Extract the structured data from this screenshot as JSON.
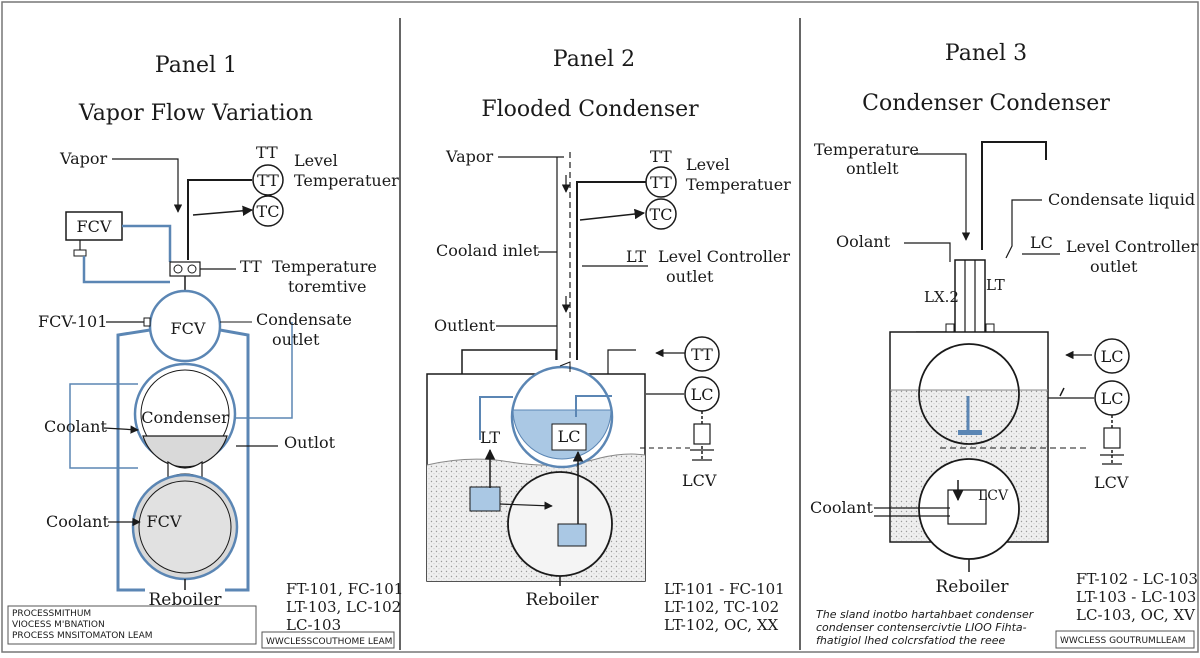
{
  "colors": {
    "line": "#1a1a1a",
    "pipe_blue": "#5b86b4",
    "liquid_blue": "#aac8e4",
    "shell_gray": "#d9d9d9",
    "stipple": "#e4e4e4",
    "frame": "#777777"
  },
  "panel1": {
    "title": "Panel 1",
    "subtitle": "Vapor Flow Variation",
    "labels": {
      "vapor": "Vapor",
      "tt1": "TT",
      "tt2": "TT",
      "tc": "TC",
      "level": "Level",
      "temperatuer": "Temperatuer",
      "fcv_box": "FCV",
      "tt_valve": "TT",
      "temperature": "Temperature",
      "toremtive": "toremtive",
      "fcv101": "FCV-101",
      "fcv_top": "FCV",
      "condensate": "Condensate",
      "outlet": "outlet",
      "coolant1": "Coolant",
      "condenser": "Condenser",
      "outlot": "Outlot",
      "coolant2": "Coolant",
      "fcv_bottom": "FCV",
      "reboiler": "Reboiler"
    },
    "tags": [
      "FT-101, FC-101",
      "LT-103, LC-102",
      "LC-103"
    ],
    "footnote": [
      "PROCESSMITHUM",
      "VIOCESS M'BNATION",
      "PROCESS MNSITOMATON LEAM"
    ],
    "stamp": "WWCLESSCOUTHOME LEAM"
  },
  "panel2": {
    "title": "Panel 2",
    "subtitle": "Flooded Condenser",
    "labels": {
      "vapor": "Vapor",
      "tt1": "TT",
      "tt2": "TT",
      "tc": "TC",
      "level": "Level",
      "temperatuer": "Temperatuer",
      "coolant_inlet": "Coolaıd inlet",
      "lt_right": "LT",
      "level_controller": "Level Controller",
      "outlet": "outlet",
      "outlent": "Outlent",
      "tt_right": "TT",
      "lc_right": "LC",
      "lt_left": "LT",
      "lc_box": "LC",
      "lcv": "LCV",
      "reboiler": "Reboiler"
    },
    "tags": [
      "LT-101 - FC-101",
      "LT-102, TC-102",
      "LT-102, OC, XX"
    ]
  },
  "panel3": {
    "title": "Panel 3",
    "subtitle": "Condenser Condenser",
    "labels": {
      "temperature": "Temperature",
      "ontlelt": "ontlelt",
      "condensate_liquid": "Condensate liquid",
      "oolant": "Oolant",
      "lc_top": "LC",
      "level_controller": "Level Controller",
      "outlet": "outlet",
      "lx2": "LX.2",
      "lt": "LT",
      "lc1": "LC",
      "lc2": "LC",
      "lcv": "LCV",
      "coolant": "Coolant",
      "lcv_inner": "LCV",
      "reboiler": "Reboiler"
    },
    "tags": [
      "FT-102 - LC-103",
      "LT-103 - LC-103",
      "LC-103, OC, XV"
    ],
    "footnote": [
      "The sland inotbo hartahbaet condenser",
      "condenser contensercivtie LIOO Fihta-",
      "fhatigiol lhed colcrsfatiod the reee"
    ],
    "stamp": "WWCLESS GOUTRUMLLEAM"
  }
}
